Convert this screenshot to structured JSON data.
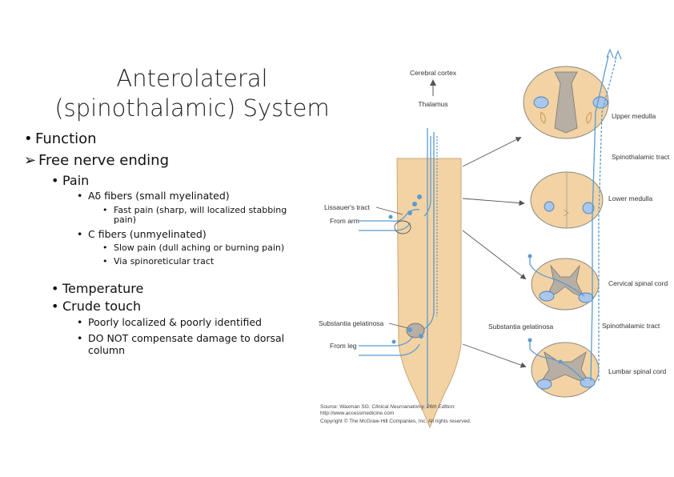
{
  "slide": {
    "title_line1": "Anterolateral",
    "title_line2": "(spinothalamic) System",
    "bullets": {
      "function": "Function",
      "free_nerve_ending": "Free nerve ending",
      "pain": "Pain",
      "a_delta": "Aδ fibers (small myelinated)",
      "fast_pain_1": "Fast pain (sharp, will localized stabbing",
      "fast_pain_2": "pain)",
      "c_fibers": "C fibers (unmyelinated)",
      "slow_pain": "Slow pain (dull aching or burning pain)",
      "spinoreticular": "Via spinoreticular tract",
      "temperature": "Temperature",
      "crude_touch": "Crude touch",
      "poorly_localized": "Poorly localized & poorly identified",
      "do_not_1": "DO NOT compensate damage to dorsal",
      "do_not_2": "column"
    },
    "markers": {
      "round": "•",
      "arrow": "➢"
    }
  },
  "diagram": {
    "labels": {
      "cerebral_cortex": "Cerebral cortex",
      "thalamus": "Thalamus",
      "upper_medulla": "Upper medulla",
      "spinothalamic_tract_1": "Spinothalamic tract",
      "lower_medulla": "Lower medulla",
      "lissauers_tract": "Lissauer's tract",
      "from_arm": "From arm",
      "cervical_spinal_cord": "Cervical spinal cord",
      "substantia_gelatinosa_left": "Substantia gelatinosa",
      "substantia_gelatinosa_right": "Substantia gelatinosa",
      "spinothalamic_tract_2": "Spinothalamic tract",
      "from_leg": "From leg",
      "lumbar_spinal_cord": "Lumbar spinal cord"
    },
    "source_line1_prefix": "Source: Waxman SG: ",
    "source_line1_italic": "Clinical Neuroanatomy, 26th Edition:",
    "source_line2": "http://www.accessmedicine.com",
    "source_line3": "Copyright © The McGraw-Hill Companies, Inc. All rights reserved.",
    "colors": {
      "tissue": "#f3d3a4",
      "gray_matter": "#b7afa3",
      "fiber": "#5b9bd0",
      "tract_fill": "#aac6ec",
      "outline": "#555555"
    }
  }
}
